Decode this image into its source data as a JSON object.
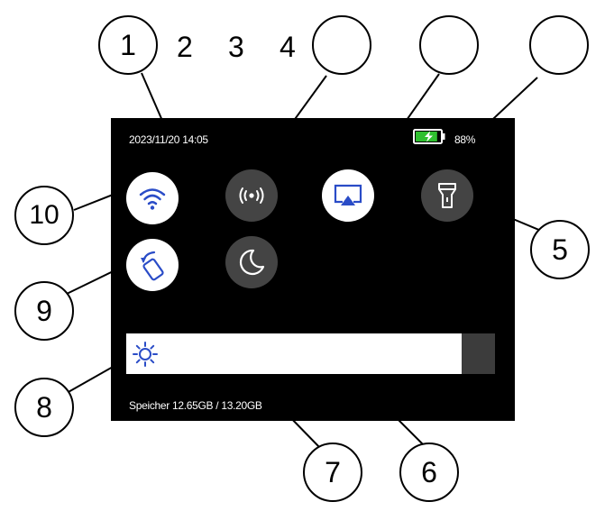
{
  "screen": {
    "datetime": "2023/11/20 14:05",
    "battery_percent": "88%",
    "battery_level": 0.88,
    "storage_text": "Speicher 12.65GB / 13.20GB",
    "brightness_level": 0.91
  },
  "buttons": [
    {
      "name": "wifi-button",
      "icon": "wifi-icon",
      "style": "light"
    },
    {
      "name": "hotspot-button",
      "icon": "broadcast-icon",
      "style": "dark"
    },
    {
      "name": "screen-mirror-button",
      "icon": "cast-icon",
      "style": "light"
    },
    {
      "name": "flashlight-button",
      "icon": "flashlight-icon",
      "style": "dark"
    },
    {
      "name": "auto-rotate-button",
      "icon": "rotate-icon",
      "style": "light"
    },
    {
      "name": "night-mode-button",
      "icon": "moon-icon",
      "style": "dark"
    }
  ],
  "callouts": {
    "c1": "1",
    "c2": "2",
    "c3": "3",
    "c4": "4",
    "c5": "5",
    "c6": "6",
    "c7": "7",
    "c8": "8",
    "c9": "9",
    "c10": "10"
  },
  "colors": {
    "screen_bg": "#000000",
    "icon_blue": "#2a4cc7",
    "battery_green": "#2fbf2f",
    "dark_button": "#444444"
  }
}
